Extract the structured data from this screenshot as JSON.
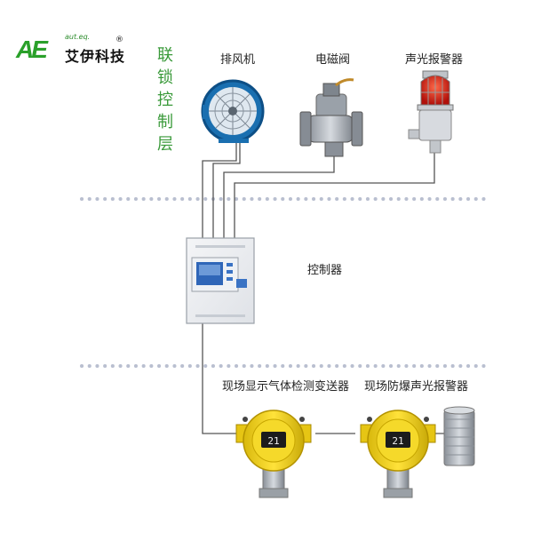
{
  "logo": {
    "letters": "AE",
    "sub": "aut.eq.",
    "name": "艾伊科技",
    "reg": "®"
  },
  "layer_label": "联锁控制层",
  "devices": {
    "fan": "排风机",
    "valve": "电磁阀",
    "alarm_light": "声光报警器"
  },
  "controller": {
    "label": "控制器",
    "panel_title": "",
    "panel_footer": ""
  },
  "field": {
    "transmitter_label": "现场显示气体检测变送器",
    "explosion_alarm_label": "现场防爆声光报警器",
    "display_value": "21"
  },
  "colors": {
    "green": "#2aa02a",
    "dots": "#b9bfd0",
    "yellow": "#f2d21a",
    "line": "#555555"
  }
}
